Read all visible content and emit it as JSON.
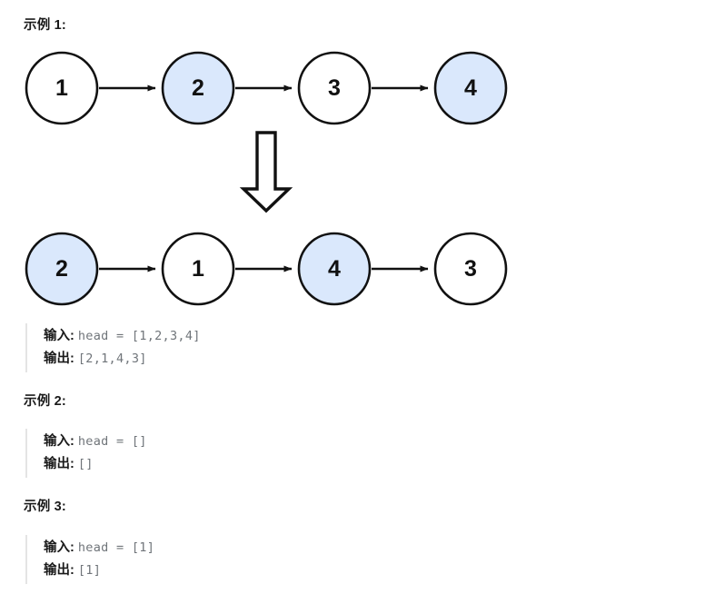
{
  "page": {
    "background_color": "#ffffff",
    "text_color": "#262626"
  },
  "headings": {
    "example1": "示例 1:",
    "example2": "示例 2:",
    "example3": "示例 3:"
  },
  "diagram": {
    "type": "linked-list-swap-pairs",
    "node_fill_default": "#ffffff",
    "node_fill_highlight": "#dae8fc",
    "node_stroke": "#111111",
    "arrow_color": "#111111",
    "transform_arrow": "down-arrow-outline",
    "before": {
      "label": "input-linked-list",
      "nodes": [
        {
          "value": "1",
          "highlighted": false
        },
        {
          "value": "2",
          "highlighted": true
        },
        {
          "value": "3",
          "highlighted": false
        },
        {
          "value": "4",
          "highlighted": true
        }
      ]
    },
    "after": {
      "label": "output-linked-list",
      "nodes": [
        {
          "value": "2",
          "highlighted": true
        },
        {
          "value": "1",
          "highlighted": false
        },
        {
          "value": "4",
          "highlighted": true
        },
        {
          "value": "3",
          "highlighted": false
        }
      ]
    }
  },
  "examples": [
    {
      "input_label": "输入:",
      "input_value": "head = [1,2,3,4]",
      "output_label": "输出:",
      "output_value": "[2,1,4,3]"
    },
    {
      "input_label": "输入:",
      "input_value": "head = []",
      "output_label": "输出:",
      "output_value": "[]"
    },
    {
      "input_label": "输入:",
      "input_value": "head = [1]",
      "output_label": "输出:",
      "output_value": "[1]"
    }
  ]
}
